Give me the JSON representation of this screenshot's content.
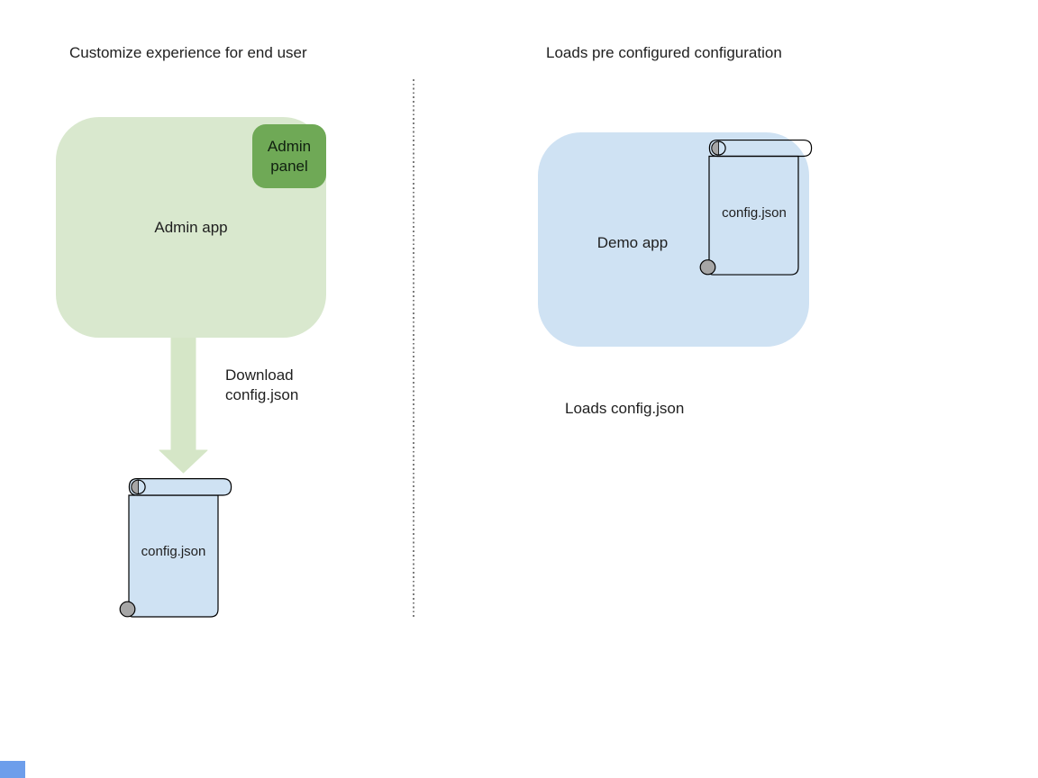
{
  "left_section": {
    "title": "Customize experience for end user",
    "admin_app": {
      "label": "Admin app",
      "panel_label": "Admin\npanel"
    },
    "arrow_caption": "Download\nconfig.json",
    "config_file": {
      "label": "config.json"
    }
  },
  "right_section": {
    "title": "Loads pre configured configuration",
    "demo_app": {
      "label": "Demo app"
    },
    "config_file": {
      "label": "config.json"
    },
    "caption": "Loads config.json"
  },
  "colors": {
    "admin_app_fill": "#d9e8ce",
    "admin_panel_fill": "#6fa956",
    "arrow_fill": "#d5e6c7",
    "file_scroll_fill": "#cfe2f3",
    "demo_app_fill": "#cfe2f3",
    "scroll_outline": "#000000",
    "scroll_curl_gray": "#a6a6a6",
    "divider_gray": "#7d7d7d",
    "corner_accent": "#6d9eeb",
    "text": "#1f1f1f"
  }
}
